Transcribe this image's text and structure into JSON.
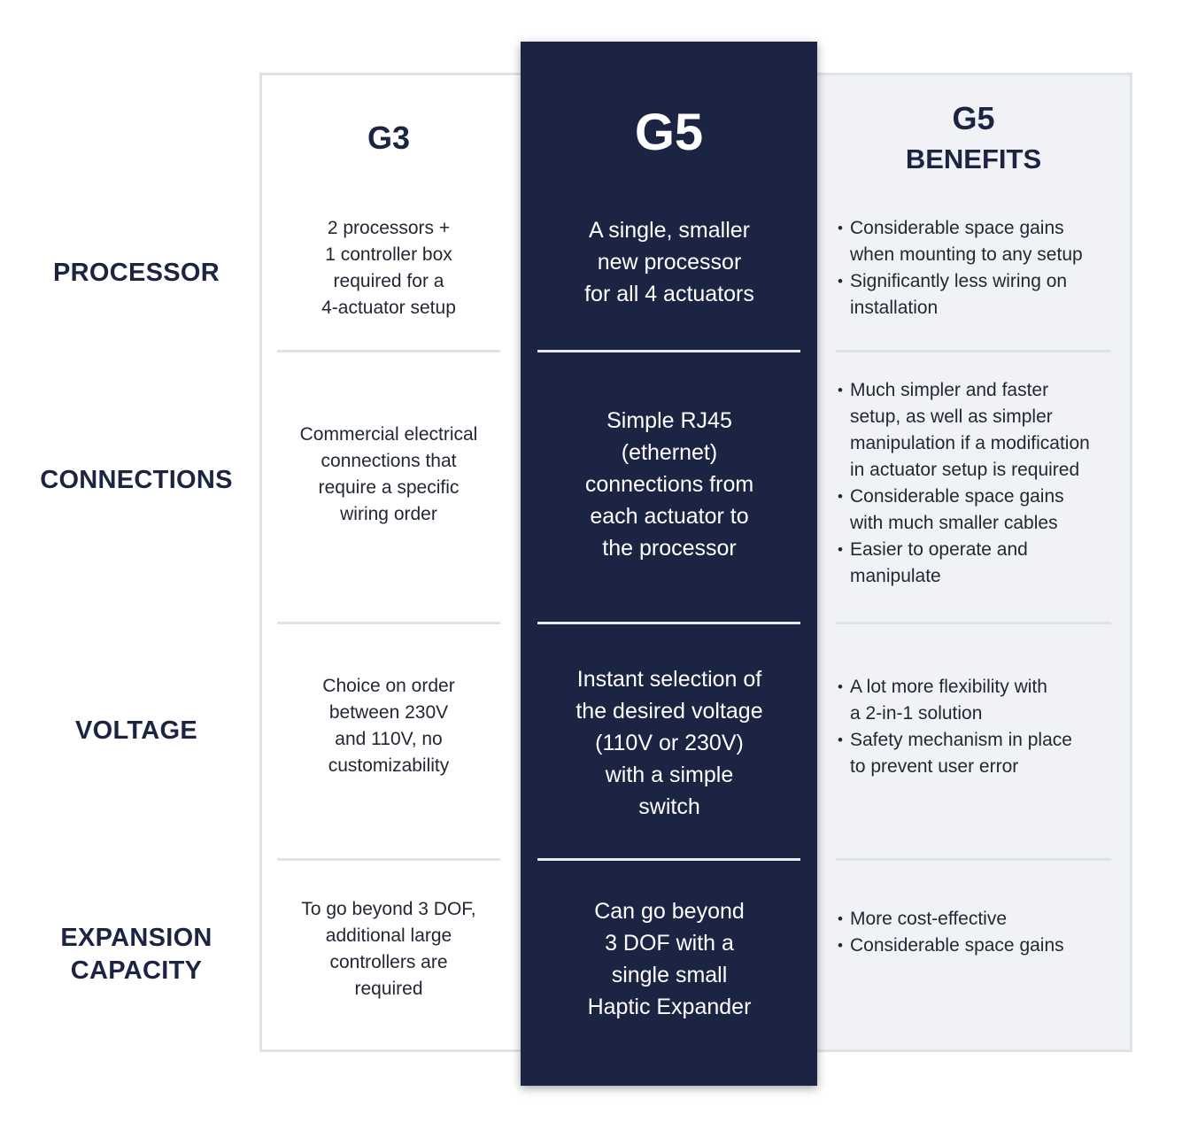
{
  "columns": {
    "g3": "G3",
    "g5": "G5",
    "benefits_line1": "G5",
    "benefits_line2": "BENEFITS"
  },
  "rows": [
    {
      "label": "PROCESSOR",
      "g3": [
        "2 processors +",
        "1 controller box",
        "required for a",
        "4-actuator setup"
      ],
      "g5": [
        "A single, smaller",
        "new processor",
        "for all 4 actuators"
      ],
      "benefits": [
        [
          "Considerable space gains",
          "when mounting to any setup"
        ],
        [
          "Significantly less wiring on",
          "installation"
        ]
      ]
    },
    {
      "label": "CONNECTIONS",
      "g3": [
        "Commercial electrical",
        "connections that",
        "require a specific",
        "wiring order"
      ],
      "g5": [
        "Simple RJ45",
        "(ethernet)",
        "connections from",
        "each actuator to",
        "the processor"
      ],
      "benefits": [
        [
          "Much simpler and faster",
          "setup, as well as simpler",
          "manipulation if a modification",
          "in actuator setup is required"
        ],
        [
          "Considerable space gains",
          "with much smaller cables"
        ],
        [
          "Easier to operate and",
          "manipulate"
        ]
      ]
    },
    {
      "label": "VOLTAGE",
      "g3": [
        "Choice on order",
        "between 230V",
        "and 110V, no",
        "customizability"
      ],
      "g5": [
        "Instant selection of",
        "the desired voltage",
        "(110V or 230V)",
        "with a simple",
        "switch"
      ],
      "benefits": [
        [
          "A lot more flexibility with",
          "a 2-in-1 solution"
        ],
        [
          "Safety mechanism in place",
          "to prevent user error"
        ]
      ]
    },
    {
      "label_lines": [
        "EXPANSION",
        "CAPACITY"
      ],
      "g3": [
        "To go beyond 3 DOF,",
        "additional large",
        "controllers are",
        "required"
      ],
      "g5": [
        "Can go beyond",
        "3 DOF with a",
        "single small",
        "Haptic Expander"
      ],
      "benefits": [
        [
          "More cost-effective"
        ],
        [
          "Considerable space gains"
        ]
      ]
    }
  ],
  "colors": {
    "navy": "#1c2443",
    "border": "#dfe2e8",
    "benefits_bg": "#f1f2f5"
  }
}
